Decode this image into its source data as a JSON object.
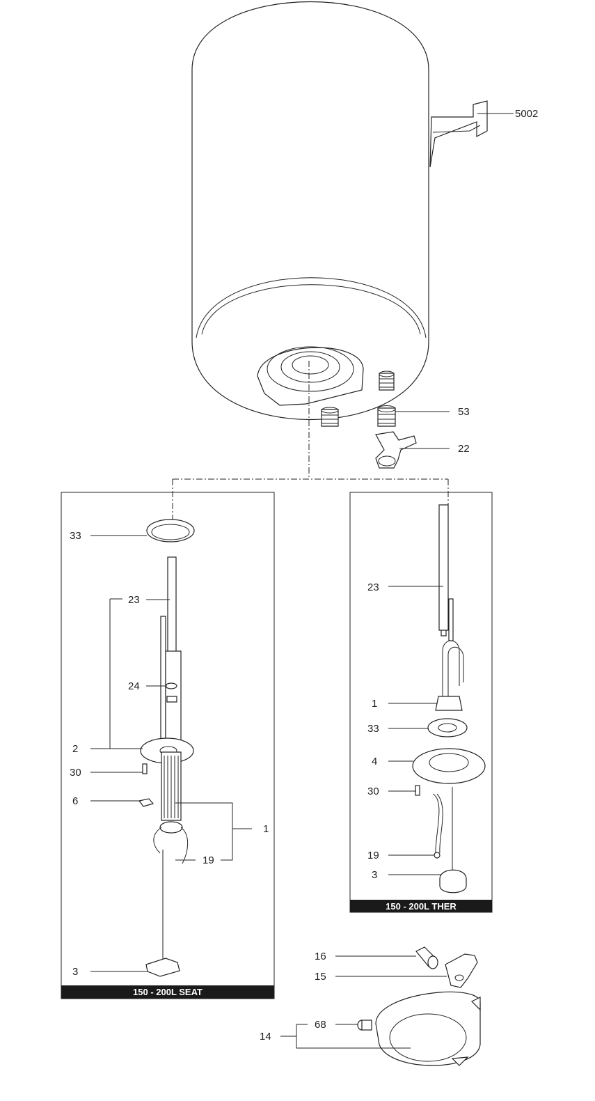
{
  "panels": {
    "seat": {
      "caption": "150 - 200L SEAT"
    },
    "ther": {
      "caption": "150 - 200L THER"
    }
  },
  "labels": {
    "top": {
      "p5002": "5002",
      "p53": "53",
      "p22": "22"
    },
    "seat": {
      "p33": "33",
      "p23": "23",
      "p24": "24",
      "p2": "2",
      "p30": "30",
      "p6": "6",
      "p1": "1",
      "p19": "19",
      "p3": "3"
    },
    "ther": {
      "p23": "23",
      "p1": "1",
      "p33": "33",
      "p4": "4",
      "p30": "30",
      "p19": "19",
      "p3": "3"
    },
    "bottom": {
      "p16": "16",
      "p15": "15",
      "p68": "68",
      "p14": "14"
    }
  }
}
